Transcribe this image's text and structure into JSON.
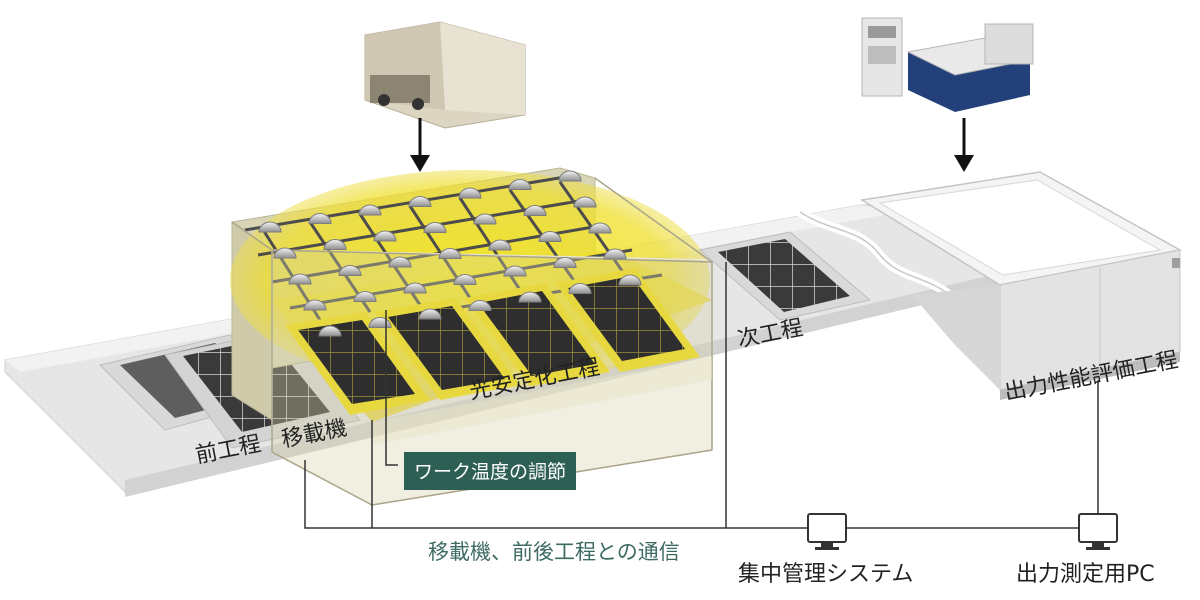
{
  "labels": {
    "previous_process": "前工程",
    "transfer_machine": "移載機",
    "light_stabilization_process": "光安定化工程",
    "next_process": "次工程",
    "output_evaluation_process": "出力性能評価工程",
    "workpiece_temperature_control": "ワーク温度の調節",
    "communication_note": "移載機、前後工程との通信",
    "central_management_system": "集中管理システム",
    "output_measurement_pc": "出力測定用PC"
  },
  "colors": {
    "conveyor": "#eeeeee",
    "chamber_wall": "#dcd8be",
    "light_glow": "#f4e61c",
    "solar_cell": "#3b3b3b",
    "label_box_bg": "#2e5f55",
    "communication_text": "#3d6b62",
    "evaluator_base": "#23407a"
  },
  "icons": {
    "network_node_1": "monitor-icon",
    "network_node_2": "monitor-icon"
  }
}
